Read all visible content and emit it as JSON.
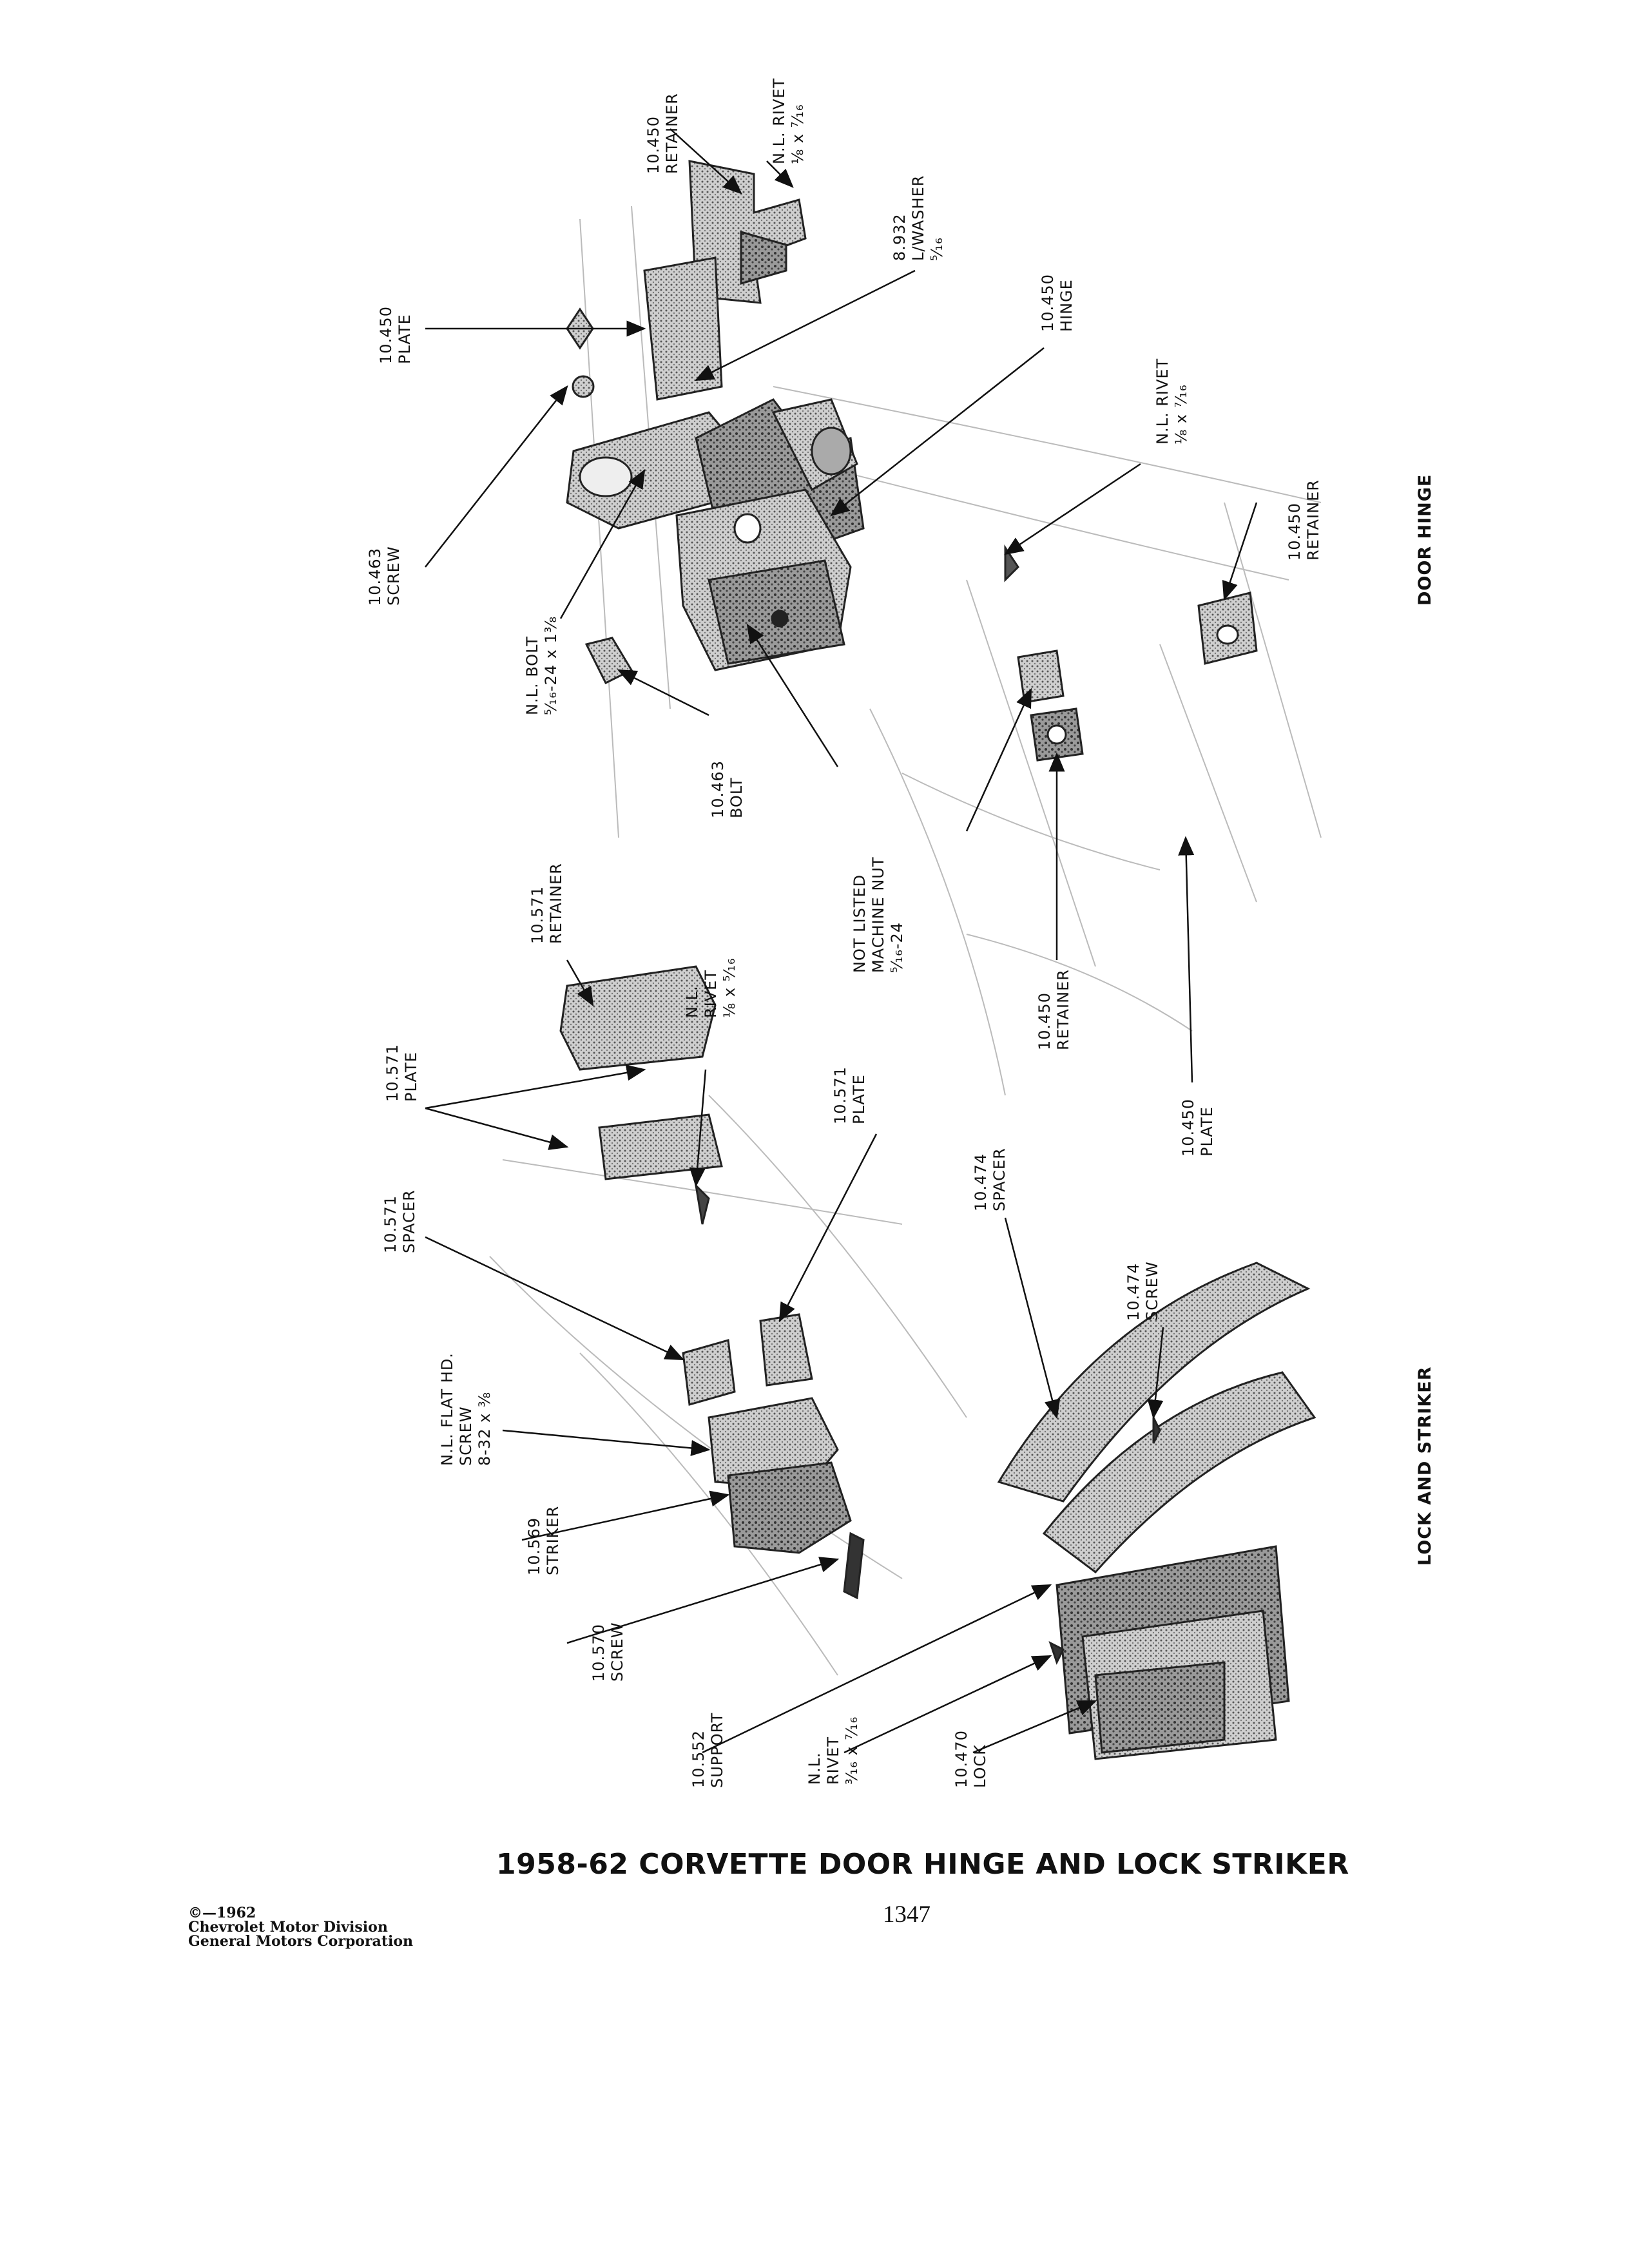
{
  "title": "1958-62 CORVETTE DOOR HINGE AND LOCK STRIKER",
  "page_number": "1347",
  "copyright": [
    "©—1962",
    "Chevrolet Motor Division",
    "General Motors Corporation"
  ],
  "sections": {
    "door_hinge": "DOOR HINGE",
    "lock_and_striker": "LOCK AND STRIKER"
  },
  "callouts": {
    "retainer_10450_top": [
      "10.450",
      "RETAINER"
    ],
    "rivet_nl_top": [
      "N.L. RIVET",
      "⅛ x ⁷⁄₁₆"
    ],
    "washer_8932": [
      "8.932",
      "L/WASHER",
      "⁵⁄₁₆"
    ],
    "plate_10450_top": [
      "10.450",
      "PLATE"
    ],
    "hinge_10450": [
      "10.450",
      "HINGE"
    ],
    "screw_10463": [
      "10.463",
      "SCREW"
    ],
    "bolt_nl": [
      "N.L. BOLT",
      "⁵⁄₁₆-24 x 1³⁄₈"
    ],
    "bolt_10463": [
      "10.463",
      "BOLT"
    ],
    "rivet_nl_right": [
      "N.L. RIVET",
      "⅛ x ⁷⁄₁₆"
    ],
    "retainer_10450_right": [
      "10.450",
      "RETAINER"
    ],
    "machine_nut": [
      "NOT LISTED",
      "MACHINE NUT",
      "⁵⁄₁₆-24"
    ],
    "retainer_10450_low": [
      "10.450",
      "RETAINER"
    ],
    "plate_10450_low": [
      "10.450",
      "PLATE"
    ],
    "retainer_10571": [
      "10.571",
      "RETAINER"
    ],
    "rivet_nl_mid": [
      "N.L.",
      "RIVET",
      "⅛ x ⁵⁄₁₆"
    ],
    "plate_10571_left": [
      "10.571",
      "PLATE"
    ],
    "plate_10571_right": [
      "10.571",
      "PLATE"
    ],
    "spacer_10571": [
      "10.571",
      "SPACER"
    ],
    "spacer_10474": [
      "10.474",
      "SPACER"
    ],
    "screw_10474": [
      "10.474",
      "SCREW"
    ],
    "flat_screw_nl": [
      "N.L. FLAT HD.",
      "SCREW",
      "8-32 x ⅜"
    ],
    "striker_10569": [
      "10.569",
      "STRIKER"
    ],
    "screw_10570": [
      "10.570",
      "SCREW"
    ],
    "support_10552": [
      "10.552",
      "SUPPORT"
    ],
    "rivet_nl_bottom": [
      "N.L.",
      "RIVET",
      "³⁄₁₆ x ⁷⁄₁₆"
    ],
    "lock_10470": [
      "10.470",
      "LOCK"
    ]
  }
}
